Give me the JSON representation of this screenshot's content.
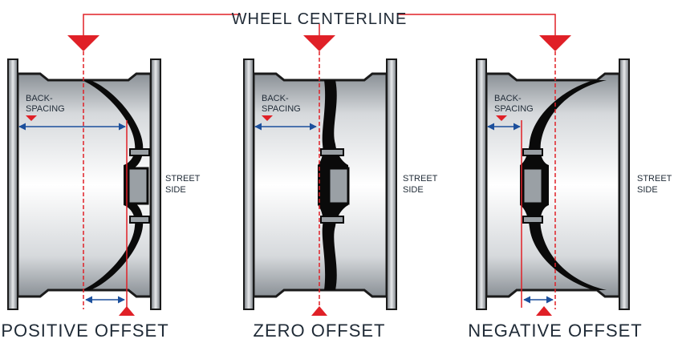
{
  "title": "WHEEL CENTERLINE",
  "wheels": [
    {
      "caption": "POSITIVE OFFSET",
      "backspacing": [
        "BACK-",
        "SPACING"
      ],
      "street_side": [
        "STREET",
        "SIDE"
      ]
    },
    {
      "caption": "ZERO OFFSET",
      "backspacing": [
        "BACK-",
        "SPACING"
      ],
      "street_side": [
        "STREET",
        "SIDE"
      ]
    },
    {
      "caption": "NEGATIVE OFFSET",
      "backspacing": [
        "BACK-",
        "SPACING"
      ],
      "street_side": [
        "STREET",
        "SIDE"
      ]
    }
  ],
  "colors": {
    "red": "#e02027",
    "blue": "#1b4f9c",
    "dark": "#1f2a36",
    "disc": "#0a0a0a",
    "barrel": "#9aa0a5"
  }
}
